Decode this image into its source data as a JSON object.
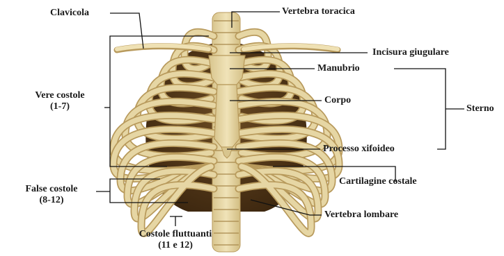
{
  "labels": {
    "clavicola": "Clavicola",
    "vertebra_toracica": "Vertebra toracica",
    "incisura_giugulare": "Incisura giugulare",
    "manubrio": "Manubrio",
    "sterno": "Sterno",
    "corpo": "Corpo",
    "processo_xifoideo": "Processo xifoideo",
    "vere_costole": [
      "Vere costole",
      "(1-7)"
    ],
    "false_costole": [
      "False costole",
      "(8-12)"
    ],
    "cartilagine_costale": "Cartilagine costale",
    "vertebra_lombare": "Vertebra lombare",
    "costole_fluttuanti": [
      "Costole fluttuanti",
      "(11 e 12)"
    ]
  },
  "colors": {
    "bone": "#e6d6a4",
    "bone_shadow": "#b89a5c",
    "cavity": "#5a3d1a",
    "leader": "#111111"
  }
}
